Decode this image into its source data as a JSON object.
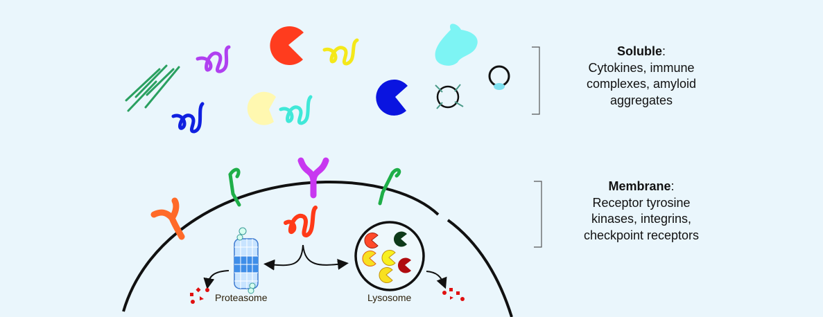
{
  "soluble": {
    "title": "Soluble",
    "colon": ":",
    "lines": [
      "Cytokines, immune",
      "complexes, amyloid",
      "aggregates"
    ]
  },
  "membrane": {
    "title": "Membrane",
    "colon": ":",
    "lines": [
      "Receptor tyrosine",
      "kinases, integrins,",
      "checkpoint receptors"
    ]
  },
  "organelles": {
    "proteasome": "Proteasome",
    "lysosome": "Lysosome"
  },
  "colors": {
    "background": "#eaf6fc",
    "membrane": "#111111",
    "degradation_products": "#e01010"
  }
}
